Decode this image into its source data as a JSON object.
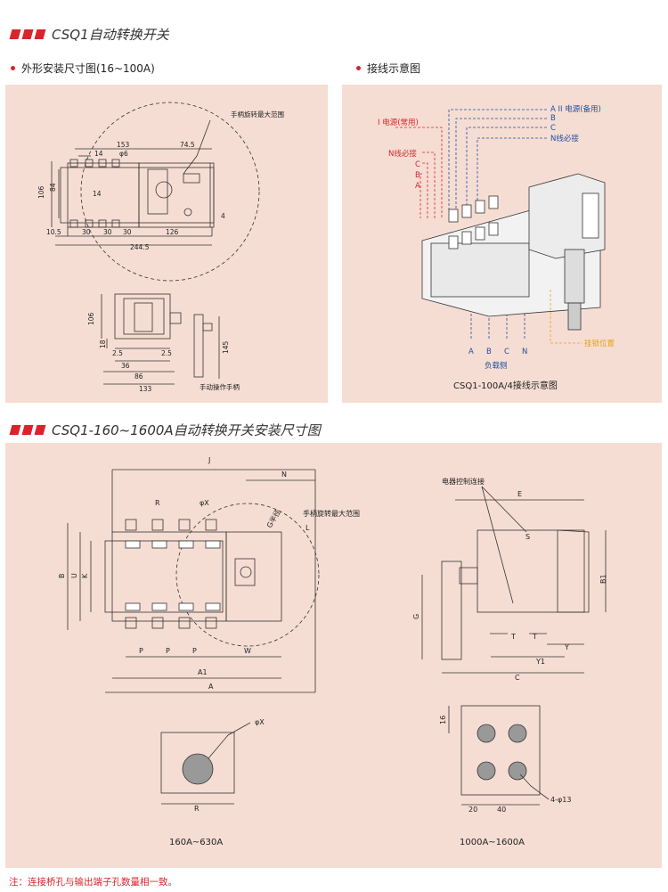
{
  "section1": {
    "title": "CSQ1自动转换开关"
  },
  "section2": {
    "title": "CSQ1-160~1600A自动转换开关安装尺寸图"
  },
  "panel_left": {
    "subhead": "外形安装尺寸图(16~100A)",
    "labels": {
      "range": "手柄旋转最大范围",
      "d153": "153",
      "d745": "74.5",
      "d14a": "14",
      "phi6": "φ6",
      "d106": "106",
      "d84": "84",
      "d14b": "14",
      "d4": "4",
      "d105": "10.5",
      "d30a": "30",
      "d30b": "30",
      "d30c": "30",
      "d126": "126",
      "d2445": "244.5",
      "s106": "106",
      "s18": "18",
      "s25a": "2.5",
      "s25b": "2.5",
      "s36": "36",
      "s86": "86",
      "s133": "133",
      "s145": "145",
      "handle": "手动操作手柄"
    }
  },
  "panel_right": {
    "subhead": "接线示意图",
    "labels": {
      "src2": "A II 电源(备用)",
      "b": "B",
      "c": "C",
      "nmust1": "N线必接",
      "src1": "I 电源(常用)",
      "nmust2": "N线必接",
      "c2": "C",
      "b2": "B",
      "a2": "A",
      "lock": "挂锁位置",
      "la": "A",
      "lb": "B",
      "lc": "C",
      "ln": "N",
      "load": "负载侧",
      "caption": "CSQ1-100A/4接线示意图"
    }
  },
  "panel_bottom": {
    "labels": {
      "J": "J",
      "N": "N",
      "R": "R",
      "phiX": "φX",
      "G": "G半径",
      "range": "手柄旋转最大范围",
      "L": "L",
      "B": "B",
      "U": "U",
      "K": "K",
      "P1": "P",
      "P2": "P",
      "P3": "P",
      "W": "W",
      "A1": "A1",
      "A": "A",
      "ctrl": "电器控制连接",
      "E": "E",
      "S": "S",
      "B1": "B1",
      "Gs": "G",
      "T1": "T",
      "T2": "T",
      "Y": "Y",
      "Y1": "Y1",
      "C": "C",
      "phiX2": "φX",
      "R2": "R",
      "d16": "16",
      "d20": "20",
      "d40": "40",
      "holes": "4-φ13"
    },
    "cap1": "160A~630A",
    "cap2": "1000A~1600A"
  },
  "note": "注：连接桥孔与输出端子孔数量相一致。",
  "colors": {
    "accent": "#d9242b",
    "panel": "#f6ddd3",
    "blue": "#1e4fa3",
    "orange": "#e3a21a"
  }
}
